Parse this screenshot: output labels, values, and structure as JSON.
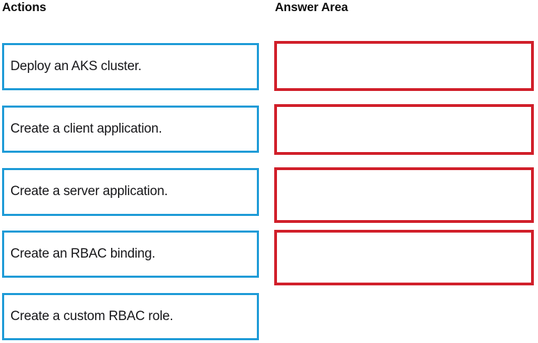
{
  "columns": {
    "actions_header": "Actions",
    "answer_header": "Answer Area"
  },
  "actions": [
    {
      "label": "Deploy an AKS cluster."
    },
    {
      "label": "Create a client application."
    },
    {
      "label": "Create a server application."
    },
    {
      "label": "Create an RBAC binding."
    },
    {
      "label": "Create a custom RBAC role."
    }
  ],
  "answer_slots": [
    {
      "label": ""
    },
    {
      "label": ""
    },
    {
      "label": ""
    },
    {
      "label": ""
    }
  ],
  "colors": {
    "action_border": "#1e9bd7",
    "answer_border": "#d11f2a",
    "text": "#17171a",
    "background": "#ffffff"
  }
}
